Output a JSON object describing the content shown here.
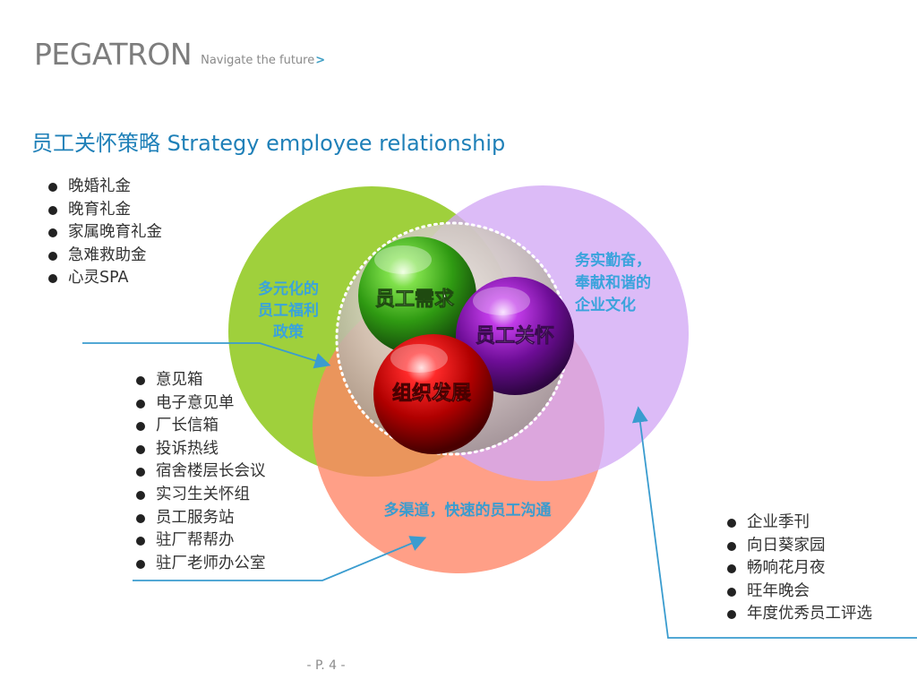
{
  "header": {
    "logo_text": "PEGATRON",
    "tagline": "Navigate the future",
    "tagline_arrow": ">"
  },
  "title": "员工关怀策略 Strategy employee relationship",
  "circles": {
    "green": {
      "label_lines": [
        "多元化的",
        "员工福利",
        "政策"
      ],
      "color": "#9acd32"
    },
    "purple": {
      "label_lines": [
        "务实勤奋，",
        "奉献和谐的",
        "企业文化"
      ],
      "color": "#d6b5f5"
    },
    "salmon": {
      "label": "多渠道，快速的员工沟通",
      "color": "#ff8c6f"
    }
  },
  "spheres": {
    "green": "员工需求",
    "purple": "员工关怀",
    "red": "组织发展"
  },
  "lists": {
    "benefits": [
      "晚婚礼金",
      "晚育礼金",
      "家属晚育礼金",
      "急难救助金",
      "心灵SPA"
    ],
    "channels": [
      "意见箱",
      "电子意见单",
      "厂长信箱",
      "投诉热线",
      "宿舍楼层长会议",
      "实习生关怀组",
      "员工服务站",
      "驻厂帮帮办",
      "驻厂老师办公室"
    ],
    "culture": [
      "企业季刊",
      "向日葵家园",
      "畅响花月夜",
      "旺年晚会",
      "年度优秀员工评选"
    ]
  },
  "footer": "- P. 4 -",
  "colors": {
    "title": "#1f80b8",
    "connector": "#3a9ccf",
    "label_blue": "#3aa3dc"
  }
}
